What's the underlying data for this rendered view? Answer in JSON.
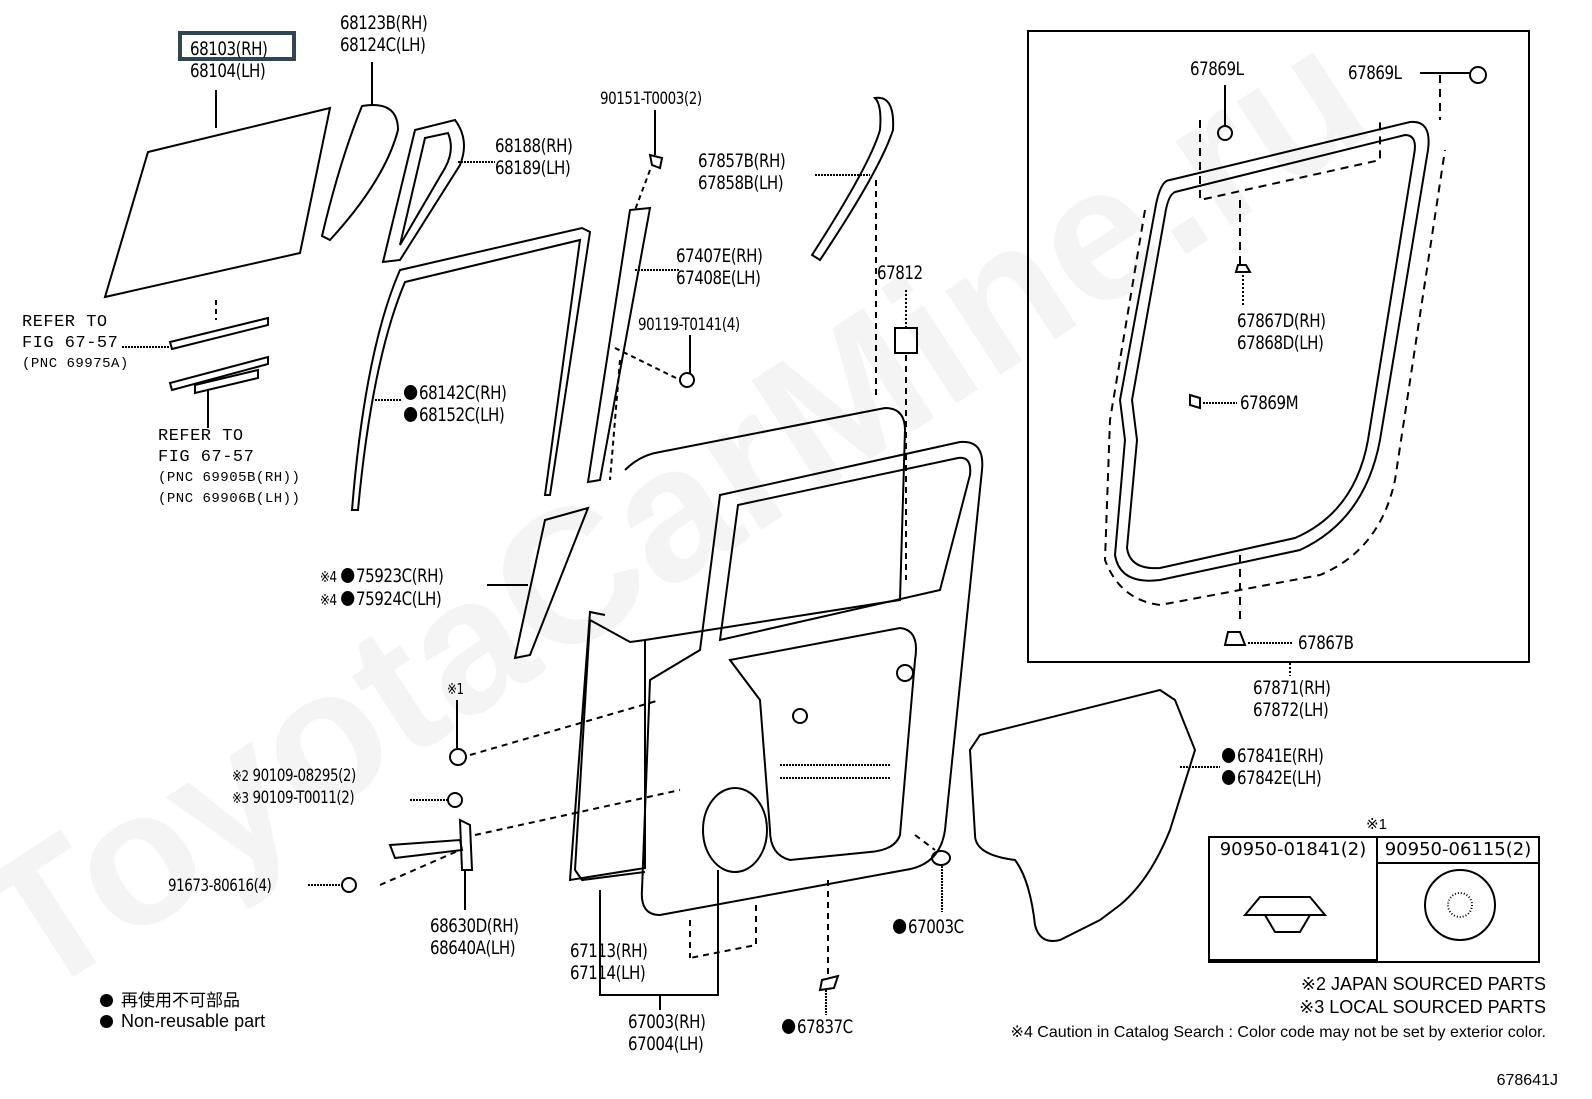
{
  "diagram": {
    "title_code": "678641J",
    "watermark": "ToyotaCarMine.ru",
    "highlighted_part": "68103(RH)",
    "callouts": [
      {
        "id": "glass",
        "lines": [
          "68103(RH)",
          "68104(LH)"
        ],
        "nonreusable": false,
        "prefix": ""
      },
      {
        "id": "quarter-glass",
        "lines": [
          "68123B(RH)",
          "68124C(LH)"
        ],
        "nonreusable": false,
        "prefix": ""
      },
      {
        "id": "quarter-weatherstrip",
        "lines": [
          "68188(RH)",
          "68189(LH)"
        ],
        "nonreusable": false,
        "prefix": ""
      },
      {
        "id": "window-screw",
        "lines": [
          "90151-T0003(2)"
        ],
        "nonreusable": false,
        "prefix": ""
      },
      {
        "id": "roof-weatherstrip",
        "lines": [
          "67857B(RH)",
          "67858B(LH)"
        ],
        "nonreusable": false,
        "prefix": ""
      },
      {
        "id": "window-frame-channel",
        "lines": [
          "67407E(RH)",
          "67408E(LH)"
        ],
        "nonreusable": false,
        "prefix": ""
      },
      {
        "id": "channel-bolt",
        "lines": [
          "90119-T0141(4)"
        ],
        "nonreusable": false,
        "prefix": ""
      },
      {
        "id": "pad",
        "lines": [
          "67812"
        ],
        "nonreusable": false,
        "prefix": ""
      },
      {
        "id": "glass-run",
        "lines": [
          "68142C(RH)",
          "68152C(LH)"
        ],
        "nonreusable": true,
        "prefix": ""
      },
      {
        "id": "pillar-garnish",
        "lines": [
          "75923C(RH)",
          "75924C(LH)"
        ],
        "nonreusable": true,
        "prefix": "※4"
      },
      {
        "id": "plug-ref",
        "lines": [
          "※1"
        ],
        "nonreusable": false,
        "prefix": ""
      },
      {
        "id": "check-bolt",
        "lines": [
          "90109-08295(2)",
          "90109-T0011(2)"
        ],
        "prefixes": [
          "※2",
          "※3"
        ],
        "nonreusable": false
      },
      {
        "id": "check-screw",
        "lines": [
          "91673-80616(4)"
        ],
        "nonreusable": false,
        "prefix": ""
      },
      {
        "id": "door-check",
        "lines": [
          "68630D(RH)",
          "68640A(LH)"
        ],
        "nonreusable": false,
        "prefix": ""
      },
      {
        "id": "door-outer-panel",
        "lines": [
          "67113(RH)",
          "67114(LH)"
        ],
        "nonreusable": false,
        "prefix": ""
      },
      {
        "id": "door-panel-assy",
        "lines": [
          "67003(RH)",
          "67004(LH)"
        ],
        "nonreusable": false,
        "prefix": ""
      },
      {
        "id": "door-clip-c",
        "lines": [
          "67003C"
        ],
        "nonreusable": true,
        "prefix": ""
      },
      {
        "id": "door-clip-837",
        "lines": [
          "67837C"
        ],
        "nonreusable": true,
        "prefix": ""
      },
      {
        "id": "service-hole-cover",
        "lines": [
          "67841E(RH)",
          "67842E(LH)"
        ],
        "nonreusable": true,
        "prefix": ""
      },
      {
        "id": "weatherstrip-assy",
        "lines": [
          "67871(RH)",
          "67872(LH)"
        ],
        "nonreusable": false,
        "prefix": ""
      },
      {
        "id": "clip-l-left",
        "lines": [
          "67869L"
        ],
        "nonreusable": false,
        "prefix": ""
      },
      {
        "id": "clip-l-right",
        "lines": [
          "67869L"
        ],
        "nonreusable": false,
        "prefix": ""
      },
      {
        "id": "clip-d",
        "lines": [
          "67867D(RH)",
          "67868D(LH)"
        ],
        "nonreusable": false,
        "prefix": ""
      },
      {
        "id": "clip-m",
        "lines": [
          "67869M"
        ],
        "nonreusable": false,
        "prefix": ""
      },
      {
        "id": "clip-b",
        "lines": [
          "67867B"
        ],
        "nonreusable": false,
        "prefix": ""
      }
    ],
    "refers": [
      {
        "lines": [
          "REFER TO",
          "FIG 67-57",
          "(PNC 69975A)"
        ]
      },
      {
        "lines": [
          "REFER TO",
          "FIG 67-57",
          "(PNC 69905B(RH))",
          "(PNC 69906B(LH))"
        ]
      }
    ],
    "plug_table": {
      "title": "※1",
      "columns": [
        "90950-01841(2)",
        "90950-06115(2)"
      ]
    },
    "legend": {
      "jp": "再使用不可部品",
      "en": "Non-reusable part"
    },
    "notes": [
      "※2 JAPAN SOURCED PARTS",
      "※3 LOCAL SOURCED PARTS",
      "※4 Caution in Catalog Search : Color code may not be set by exterior color."
    ],
    "colors": {
      "highlight_border": "#2f4650",
      "line": "#000000"
    }
  }
}
